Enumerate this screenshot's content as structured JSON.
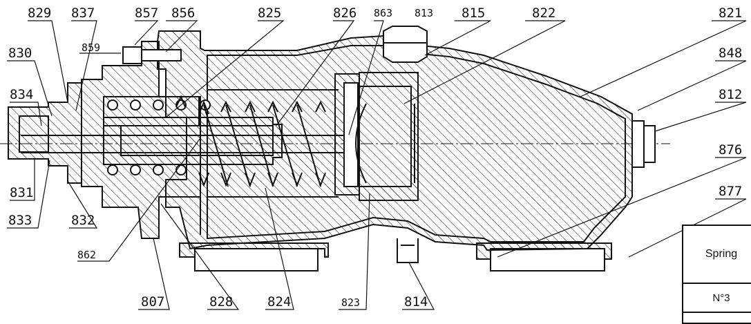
{
  "labels": {
    "p829": "829",
    "p837": "837",
    "p857": "857",
    "p856": "856",
    "p825": "825",
    "p826": "826",
    "p863": "863",
    "p813": "813",
    "p815": "815",
    "p822": "822",
    "p821": "821",
    "p830": "830",
    "p859": "859",
    "p848": "848",
    "p834": "834",
    "p812": "812",
    "p876": "876",
    "p831": "831",
    "p877": "877",
    "p833": "833",
    "p832": "832",
    "p862": "862",
    "p807": "807",
    "p828": "828",
    "p824": "824",
    "p823": "823",
    "p814": "814"
  },
  "table": {
    "row1": "Spring",
    "row2": "N°3"
  }
}
